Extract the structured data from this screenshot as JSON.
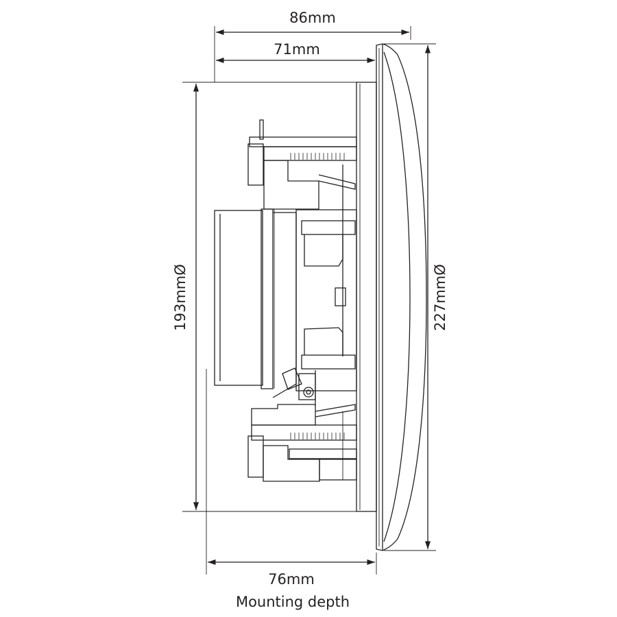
{
  "dimensions": {
    "overall_depth": "86mm",
    "body_depth": "71mm",
    "cutout_diameter": "193mmØ",
    "overall_diameter": "227mmØ",
    "mounting_depth_value": "76mm",
    "mounting_depth_caption": "Mounting depth"
  }
}
